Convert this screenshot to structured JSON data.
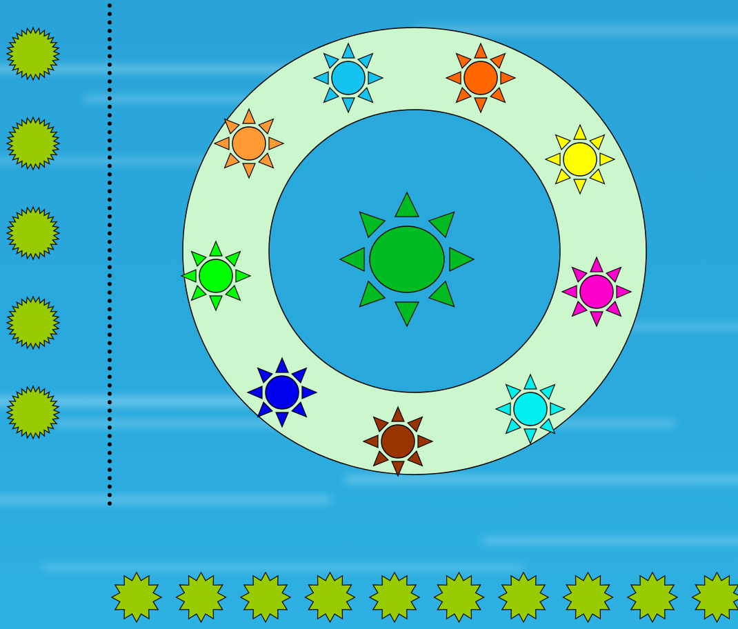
{
  "colors": {
    "sky_base": "#29a8dc",
    "sky_light": "#9fdcf3",
    "ring_fill": "#ccf7cc",
    "inner_fill": "#29a8dc",
    "outline": "#000000",
    "star_fill": "#99cc00",
    "dot": "#000000"
  },
  "center_sun": {
    "color": "#00bb22",
    "icon": "sun-icon"
  },
  "ring_suns": [
    {
      "name": "sun-light-blue",
      "color": "#14c3f0",
      "icon": "sun-icon"
    },
    {
      "name": "sun-orange-red",
      "color": "#ff6600",
      "icon": "sun-icon"
    },
    {
      "name": "sun-yellow",
      "color": "#ffff00",
      "icon": "sun-icon"
    },
    {
      "name": "sun-magenta",
      "color": "#ff00cc",
      "icon": "sun-icon"
    },
    {
      "name": "sun-cyan",
      "color": "#00f0f0",
      "icon": "sun-icon"
    },
    {
      "name": "sun-brown",
      "color": "#993300",
      "icon": "sun-icon"
    },
    {
      "name": "sun-blue",
      "color": "#0000ee",
      "icon": "sun-icon"
    },
    {
      "name": "sun-green",
      "color": "#00ff00",
      "icon": "sun-icon"
    },
    {
      "name": "sun-orange",
      "color": "#ff9933",
      "icon": "sun-icon"
    }
  ],
  "left_stars": {
    "count": 5,
    "icon": "seal-star-icon"
  },
  "bottom_stars": {
    "count": 10,
    "icon": "burst-star-icon"
  },
  "dotted_line": {
    "count": 60
  }
}
